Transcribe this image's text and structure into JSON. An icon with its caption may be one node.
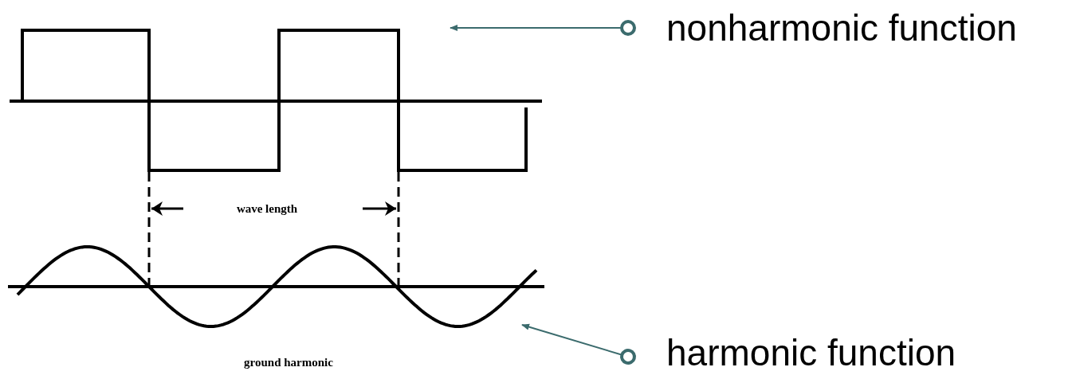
{
  "diagram": {
    "nodes": [
      {
        "text": [],
        "shape": "picture"
      },
      {
        "text": [],
        "shape": "picture"
      },
      {
        "text": [
          "nonharmonic function"
        ]
      },
      {
        "text": [
          "harmonic function"
        ]
      }
    ],
    "edges": [
      {
        "from": 2,
        "to": 0,
        "arrow": "to"
      },
      {
        "from": 3,
        "to": 1,
        "arrow": "to"
      }
    ],
    "labels": [
      "wave length",
      "ground harmonic"
    ]
  }
}
